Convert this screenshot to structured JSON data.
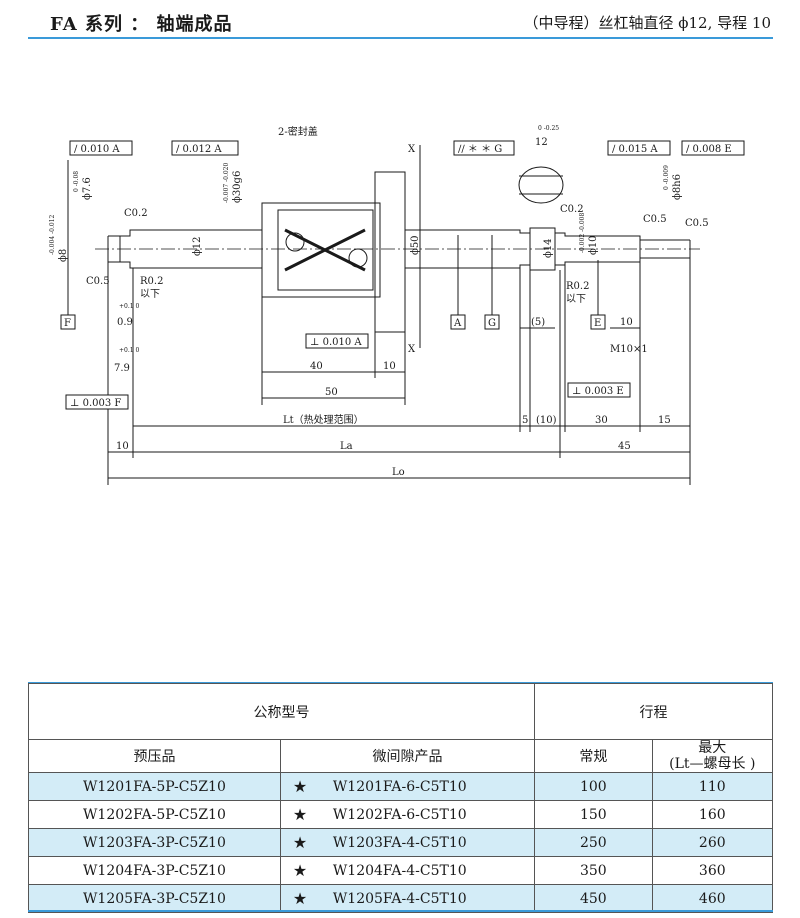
{
  "header": {
    "series_title": "FA 系列 ： 轴端成品",
    "spec_title": "（中导程）丝杠轴直径 ϕ12, 导程 10"
  },
  "drawing": {
    "tol_frames": [
      {
        "text": "∕ 0.010 A"
      },
      {
        "text": "∕ 0.012 A"
      },
      {
        "text": "∕∕ ＊ ＊ G"
      },
      {
        "text": "∕ 0.015 A"
      },
      {
        "text": "∕ 0.008 E"
      },
      {
        "text": "⊥ 0.010 A"
      },
      {
        "text": "⊥ 0.003 F"
      },
      {
        "text": "⊥ 0.003 E"
      }
    ],
    "labels": {
      "seal": "2-密封盖",
      "d76": "ϕ7.6",
      "d76_tol": "0 -0.08",
      "d30": "ϕ30g6",
      "d30_tol": "-0.007 -0.020",
      "d8": "ϕ8",
      "d8_tol": "-0.004 -0.012",
      "c02_left": "C0.2",
      "c05_left": "C0.5",
      "r02_left": "R0.2",
      "r02_left_sub": "以下",
      "d12": "ϕ12",
      "d50": "ϕ50",
      "x_top": "X",
      "x_bottom": "X",
      "section_top": "12",
      "section_top_tol": "0 -0.25",
      "c02_right": "C0.2",
      "d14": "ϕ14",
      "d10": "ϕ10",
      "d10_tol": "-0.002 -0.008",
      "r02_right": "R0.2",
      "r02_right_sub": "以下",
      "d8h6": "ϕ8h6",
      "d8h6_tol": "0 -0.009",
      "c05_right1": "C0.5",
      "c05_right2": "C0.5",
      "datum_f": "F",
      "datum_a": "A",
      "datum_g": "G",
      "datum_e": "E",
      "dim_09": "0.9",
      "dim_09_tol": "+0.1 0",
      "dim_79": "7.9",
      "dim_79_tol": "+0.1 0",
      "dim_40": "40",
      "dim_10a": "10",
      "dim_50": "50",
      "dim_5paren": "(5)",
      "dim_10b": "10",
      "thread": "M10×1",
      "dim_lt": "Lt（热处理范围）",
      "dim_5": "5",
      "dim_10paren": "(10)",
      "dim_30": "30",
      "dim_15": "15",
      "dim_10c": "10",
      "dim_la": "La",
      "dim_45": "45",
      "dim_lo": "Lo"
    }
  },
  "table": {
    "header": {
      "nominal": "公称型号",
      "stroke": "行程",
      "preload": "预压品",
      "micro": "微间隙产品",
      "normal": "常规",
      "max": "最大",
      "max_sub": "(Lt—螺母长 )"
    },
    "rows": [
      {
        "preload": "W1201FA-5P-C5Z10",
        "star": "★",
        "micro": "W1201FA-6-C5T10",
        "normal": "100",
        "max": "110"
      },
      {
        "preload": "W1202FA-5P-C5Z10",
        "star": "★",
        "micro": "W1202FA-6-C5T10",
        "normal": "150",
        "max": "160"
      },
      {
        "preload": "W1203FA-3P-C5Z10",
        "star": "★",
        "micro": "W1203FA-4-C5T10",
        "normal": "250",
        "max": "260"
      },
      {
        "preload": "W1204FA-3P-C5Z10",
        "star": "★",
        "micro": "W1204FA-4-C5T10",
        "normal": "350",
        "max": "360"
      },
      {
        "preload": "W1205FA-3P-C5Z10",
        "star": "★",
        "micro": "W1205FA-4-C5T10",
        "normal": "450",
        "max": "460"
      }
    ]
  },
  "colors": {
    "accent": "#3a9ad9",
    "row_shade": "#d3ecf7"
  }
}
